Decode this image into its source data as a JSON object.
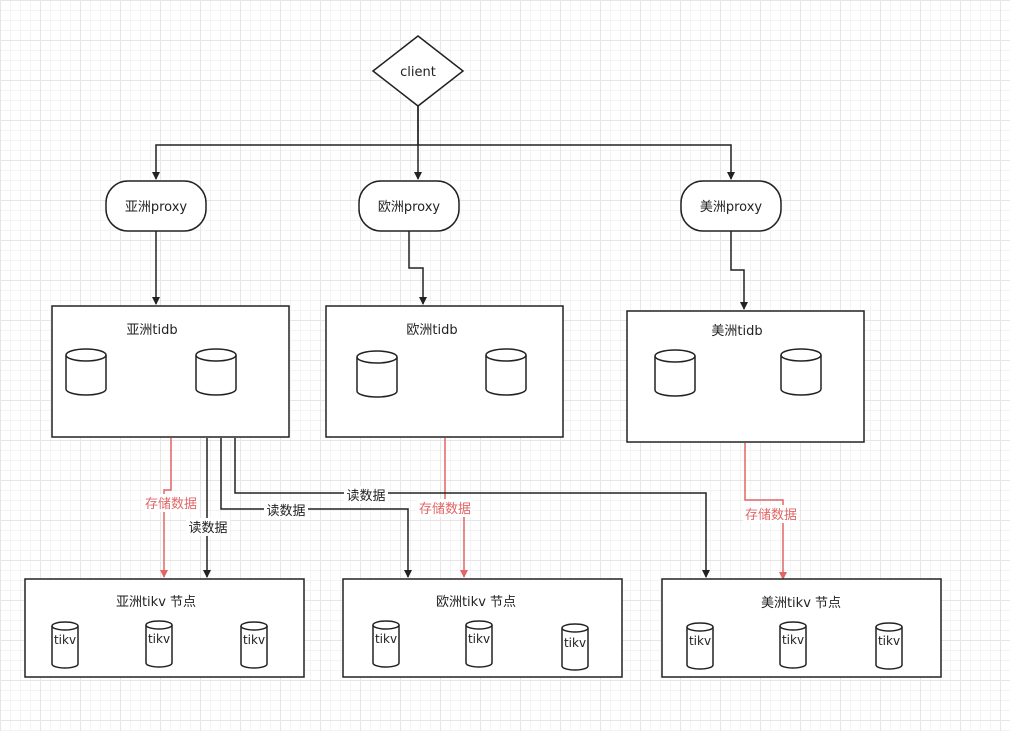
{
  "nodes": {
    "client": "client",
    "proxy_asia": "亚洲proxy",
    "proxy_europe": "欧洲proxy",
    "proxy_america": "美洲proxy",
    "tidb_asia": "亚洲tidb",
    "tidb_europe": "欧洲tidb",
    "tidb_america": "美洲tidb",
    "tikv_group_asia": "亚洲tikv 节点",
    "tikv_group_europe": "欧洲tikv 节点",
    "tikv_group_america": "美洲tikv 节点",
    "tikv_label": "tikv"
  },
  "edge_labels": {
    "store_data": "存储数据",
    "read_data": "读数据"
  },
  "colors": {
    "store_edge": "#e06666",
    "read_edge": "#222222",
    "stroke": "#222222"
  }
}
